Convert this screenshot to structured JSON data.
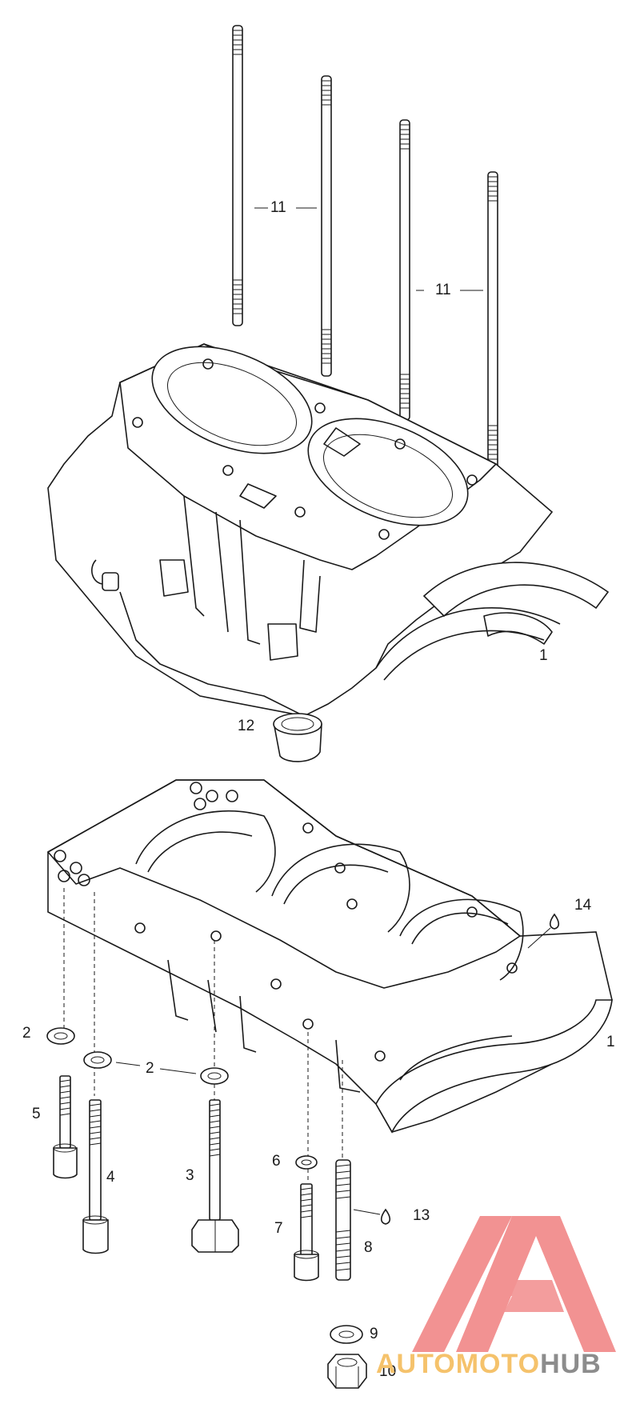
{
  "callouts": {
    "c11a": "11",
    "c11b": "11",
    "c1a": "1",
    "c12": "12",
    "c14": "14",
    "c2a": "2",
    "c2b": "2",
    "c1b": "1",
    "c5": "5",
    "c4": "4",
    "c3": "3",
    "c6": "6",
    "c13": "13",
    "c7": "7",
    "c8": "8",
    "c9": "9",
    "c10": "10"
  },
  "watermark": {
    "part1": "AUTOMOTO",
    "part2": "HUB",
    "color_primary": "#f08080",
    "color_secondary": "#f5c26b",
    "color_dark": "#8c8c8c"
  },
  "icons": [
    "automotohub-logo-icon"
  ]
}
